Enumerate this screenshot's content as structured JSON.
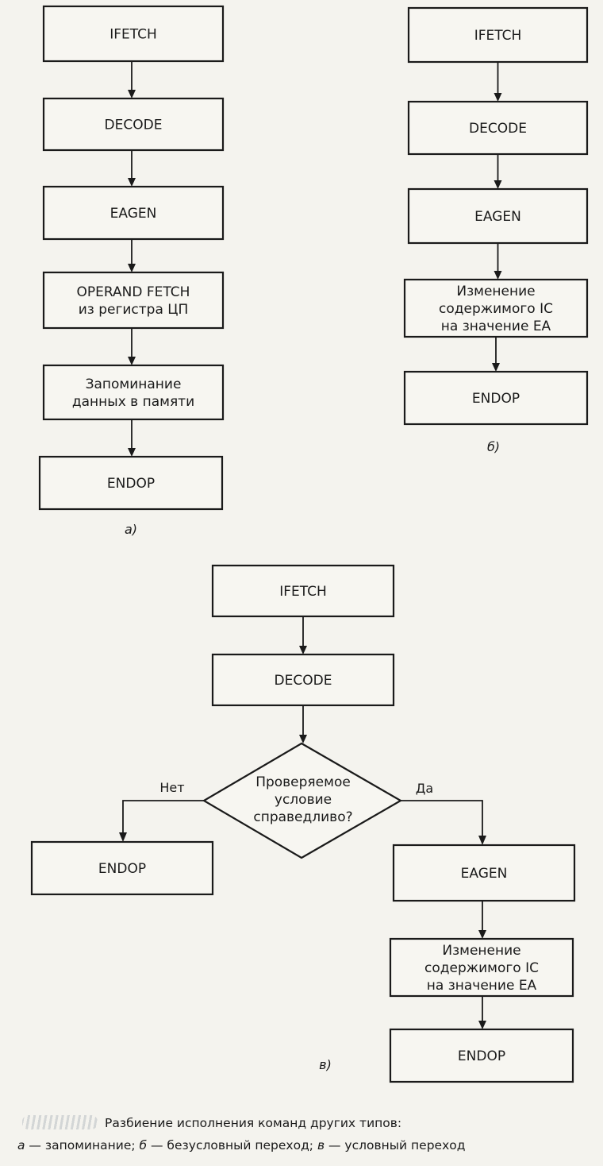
{
  "panel_a": {
    "boxes": [
      [
        "IFETCH"
      ],
      [
        "DECODE"
      ],
      [
        "EAGEN"
      ],
      [
        "OPERAND FETCH",
        "из регистра ЦП"
      ],
      [
        "Запоминание",
        "данных в памяти"
      ],
      [
        "ENDOP"
      ]
    ],
    "label": "а)"
  },
  "panel_b": {
    "boxes": [
      [
        "IFETCH"
      ],
      [
        "DECODE"
      ],
      [
        "EAGEN"
      ],
      [
        "Изменение",
        "содержимого IC",
        "на значение EA"
      ],
      [
        "ENDOP"
      ]
    ],
    "label": "б)"
  },
  "panel_c": {
    "boxes": [
      [
        "IFETCH"
      ],
      [
        "DECODE"
      ]
    ],
    "decision": [
      "Проверяемое",
      "условие",
      "справедливо?"
    ],
    "no_label": "Нет",
    "yes_label": "Да",
    "no_box": [
      "ENDOP"
    ],
    "yes_boxes": [
      [
        "EAGEN"
      ],
      [
        "Изменение",
        "содержимого IC",
        "на значение EA"
      ],
      [
        "ENDOP"
      ]
    ],
    "label": "в)"
  },
  "caption": {
    "title": "Разбиение исполнения команд других типов:",
    "a_letter": "а",
    "a_text": " — запоминание; ",
    "b_letter": "б",
    "b_text": " — безусловный переход; ",
    "c_letter": "в",
    "c_text": " — условный переход"
  }
}
